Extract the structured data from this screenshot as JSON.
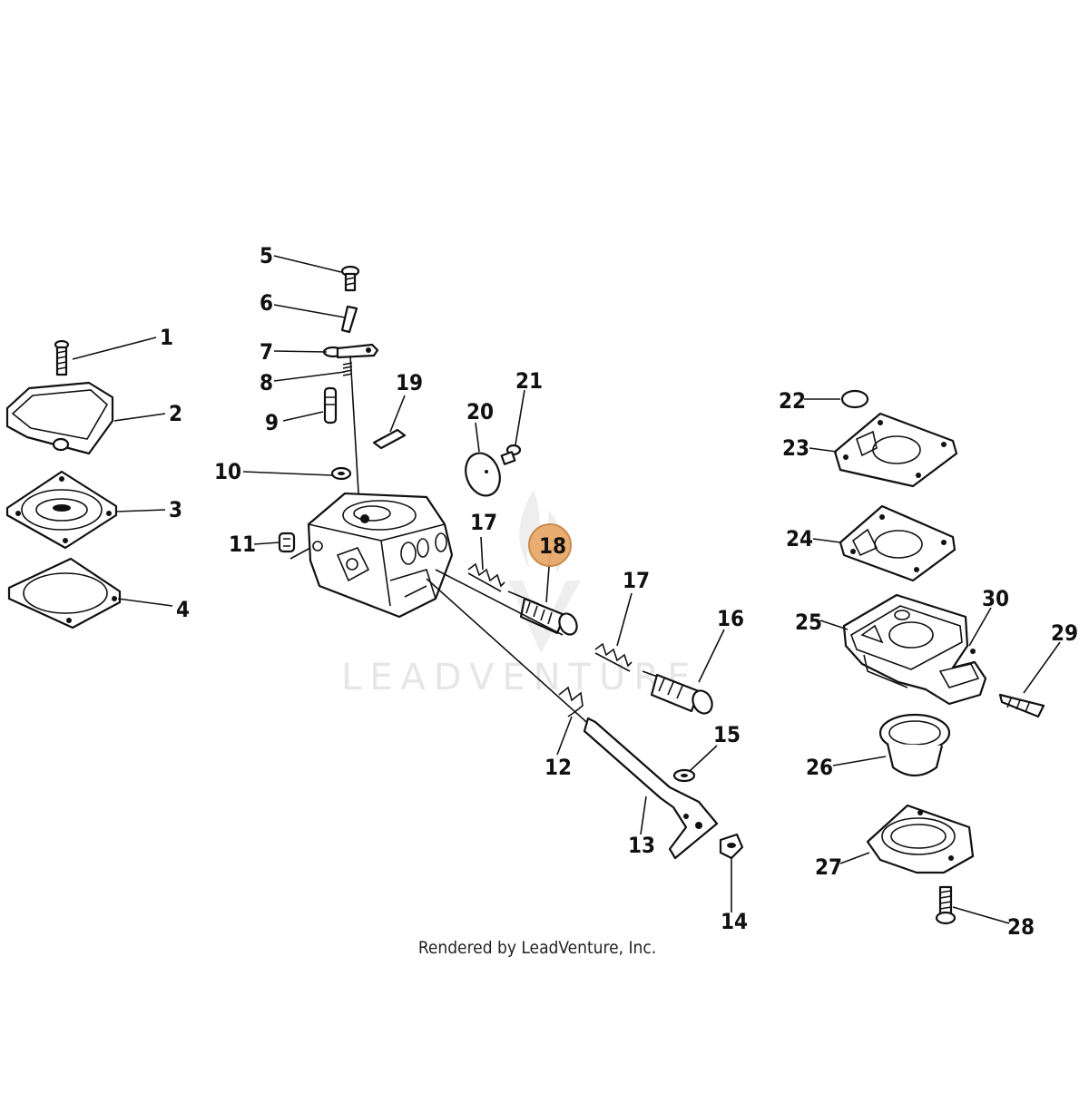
{
  "diagram": {
    "callouts": [
      {
        "id": "1",
        "text": "1"
      },
      {
        "id": "2",
        "text": "2"
      },
      {
        "id": "3",
        "text": "3"
      },
      {
        "id": "4",
        "text": "4"
      },
      {
        "id": "5",
        "text": "5"
      },
      {
        "id": "6",
        "text": "6"
      },
      {
        "id": "7",
        "text": "7"
      },
      {
        "id": "8",
        "text": "8"
      },
      {
        "id": "9",
        "text": "9"
      },
      {
        "id": "10",
        "text": "10"
      },
      {
        "id": "11",
        "text": "11"
      },
      {
        "id": "12",
        "text": "12"
      },
      {
        "id": "13",
        "text": "13"
      },
      {
        "id": "14",
        "text": "14"
      },
      {
        "id": "15",
        "text": "15"
      },
      {
        "id": "16",
        "text": "16"
      },
      {
        "id": "17a",
        "text": "17"
      },
      {
        "id": "17b",
        "text": "17"
      },
      {
        "id": "18",
        "text": "18"
      },
      {
        "id": "19",
        "text": "19"
      },
      {
        "id": "20",
        "text": "20"
      },
      {
        "id": "21",
        "text": "21"
      },
      {
        "id": "22",
        "text": "22"
      },
      {
        "id": "23",
        "text": "23"
      },
      {
        "id": "24",
        "text": "24"
      },
      {
        "id": "25",
        "text": "25"
      },
      {
        "id": "26",
        "text": "26"
      },
      {
        "id": "27",
        "text": "27"
      },
      {
        "id": "28",
        "text": "28"
      },
      {
        "id": "29",
        "text": "29"
      },
      {
        "id": "30",
        "text": "30"
      }
    ],
    "highlighted_callout": "18",
    "highlight_color": "#e8a86a",
    "highlight_stroke": "#c88645",
    "watermark": "LEADVENTURE",
    "watermark_logo": "leadventure-flame-logo",
    "credit": "Rendered by LeadVenture, Inc."
  }
}
